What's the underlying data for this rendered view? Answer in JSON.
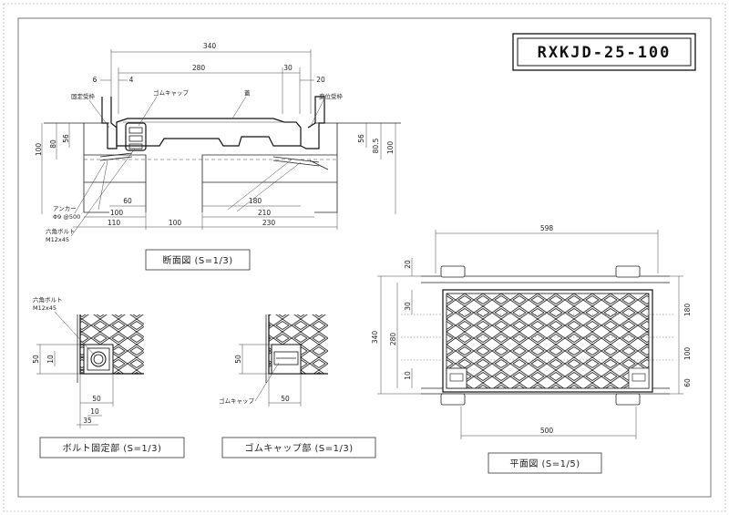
{
  "title": "RXKJD-25-100",
  "captions": {
    "section": "断面図 (S=1/3)",
    "bolt_part": "ボルト固定部 (S=1/3)",
    "cap_part": "ゴムキャップ部 (S=1/3)",
    "plan": "平面図 (S=1/5)"
  },
  "labels": {
    "fixed_frame": "固定受枠",
    "rubber_cap": "ゴムキャップ",
    "cover": "蓋",
    "movable_frame": "変位受枠",
    "anchor_1": "アンカー",
    "anchor_2": "Φ9 @500",
    "hex_bolt_1": "六角ボルト",
    "hex_bolt_2": "M12x45",
    "bolt_detail_1": "六角ボルト",
    "bolt_detail_2": "M12x45",
    "cap_detail": "ゴムキャップ"
  },
  "section_dims": {
    "d340": "340",
    "d280": "280",
    "d30": "30",
    "d20": "20",
    "d6": "6",
    "d4": "4",
    "l100": "100",
    "l80": "80",
    "l56": "56",
    "r56": "56",
    "r80_5": "80.5",
    "r100": "100",
    "b60": "60",
    "b100a": "100",
    "b110": "110",
    "b100b": "100",
    "b180": "180",
    "b210": "210",
    "b230": "230"
  },
  "detail_dims": {
    "bolt_50": "50",
    "bolt_10": "10",
    "bolt_w50": "50",
    "bolt_w10": "10",
    "bolt_w35": "35",
    "cap_50": "50",
    "cap_w50": "50"
  },
  "plan_dims": {
    "top598": "598",
    "bottom500": "500",
    "l20": "20",
    "l30": "30",
    "l340": "340",
    "l280": "280",
    "l10": "10",
    "r180": "180",
    "r100": "100",
    "r60": "60"
  }
}
